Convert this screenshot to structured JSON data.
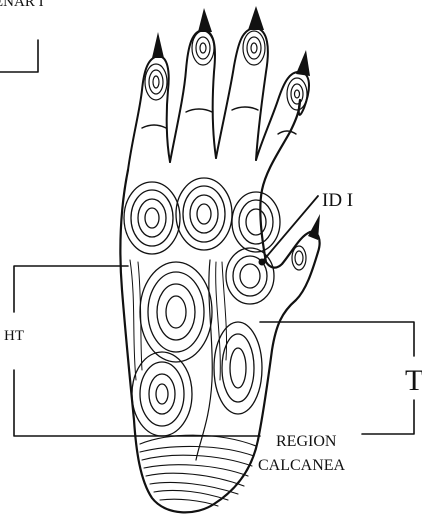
{
  "labels": {
    "top_left_clipped": "ENAR I",
    "id1": "ID I",
    "ht": "HT",
    "t": "T",
    "region_line1": "REGION",
    "region_line2": "CALCANEA"
  },
  "colors": {
    "ink": "#111111",
    "background": "#ffffff"
  }
}
